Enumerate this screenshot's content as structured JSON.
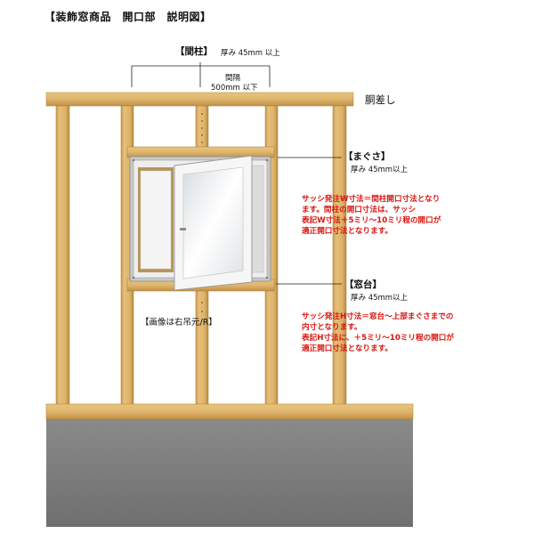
{
  "title": "【装飾窓商品　開口部　説明図】",
  "stud": {
    "label": "【間柱】",
    "thickness": "厚み 45mm 以上",
    "spacing_label": "間隔",
    "spacing_value": "500mm 以下"
  },
  "beam_label": "胴差し",
  "lintel": {
    "label": "【まぐさ】",
    "thickness": "厚み 45mm以上"
  },
  "sill": {
    "label": "【窓台】",
    "thickness": "厚み 45mm以上"
  },
  "image_note": "【画像は右吊元/R】",
  "note_w": [
    "サッシ発注W寸法＝間柱開口寸法となり",
    "ます。間柱の開口寸法は、サッシ",
    "表記W寸法＋5ミリ～10ミリ程の開口が",
    "適正開口寸法となります。"
  ],
  "note_h": [
    "サッシ発注H寸法＝窓台～上部まぐさまでの",
    "内寸となります。",
    "表記H寸法に、＋5ミリ～10ミリ程の開口が",
    "適正開口寸法となります。"
  ],
  "colors": {
    "wood": "#e2b86c",
    "wood_edge": "#b98a3e",
    "foundation": "#7f7f7f",
    "note_red": "#d8140e",
    "window_frame": "#f2f2f2"
  }
}
